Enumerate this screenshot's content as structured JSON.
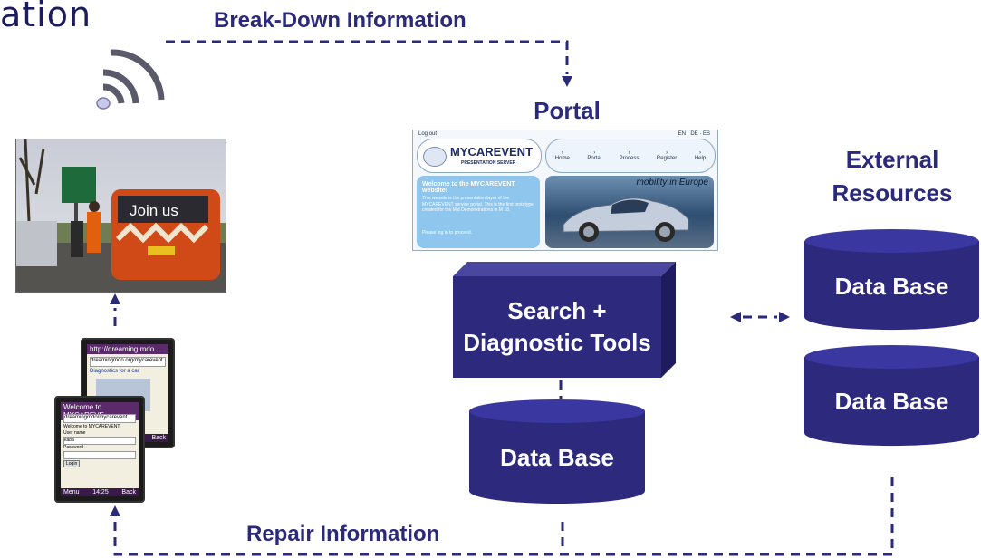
{
  "title_fragment": "ation",
  "flows": {
    "breakdown": "Break-Down Information",
    "repair": "Repair Information"
  },
  "portal": {
    "heading": "Portal",
    "screenshot": {
      "logout": "Log out",
      "date": "EN · DE · ES",
      "logo_name": "MYCAREVENT",
      "logo_sub": "PRESENTATION SERVER",
      "nav": [
        "Home",
        "Portal",
        "Process",
        "Register",
        "Help"
      ],
      "welcome_title": "Welcome to the MYCAREVENT website!",
      "welcome_body": "This website is the presentation layer of the MYCAREVENT service portal. This is the first prototype created for the Mid Demonstrations in M 18.",
      "login_hint": "Please log in to proceed.",
      "tagline": "mobility in Europe"
    }
  },
  "search_tools": {
    "line1": "Search +",
    "line2": "Diagnostic Tools"
  },
  "portal_db": "Data Base",
  "external": {
    "heading_line1": "External",
    "heading_line2": "Resources",
    "db1": "Data Base",
    "db2": "Data Base"
  },
  "van_sign": "Join us",
  "pda_back": {
    "url": "http://dreaming.mdo...",
    "field": "dreamingmdo.org/mycarevent",
    "link": "Diagnostics for a car",
    "back": "Back"
  },
  "pda_front": {
    "title": "Welcome to MYCAREVE...",
    "field": "dreamingmdo/mycarevent",
    "welcome": "Welcome to MYCAREVENT",
    "user_label": "User name",
    "user_value": "kaba",
    "pass_label": "Password",
    "login": "Login",
    "menu": "Menu",
    "time": "14:25",
    "back": "Back"
  },
  "colors": {
    "navy": "#2b2a7a",
    "box_front": "#2d2a7e",
    "box_side": "#1e1b5e",
    "box_top": "#4a47a0"
  }
}
